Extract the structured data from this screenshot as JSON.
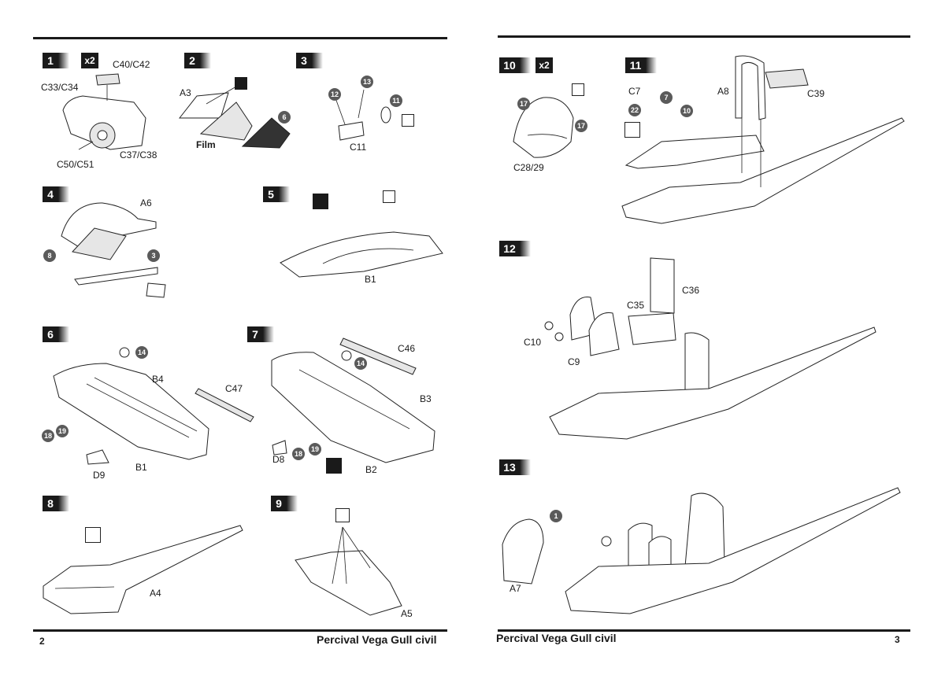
{
  "left_page": {
    "page_number": "2",
    "footer_title": "Percival Vega Gull civil",
    "steps": [
      {
        "number": "1",
        "multiplier": "x2",
        "labels": [
          "C40/C42",
          "C33/C34",
          "C37/C38",
          "C50/C51"
        ]
      },
      {
        "number": "2",
        "labels": [
          "A3",
          "Film"
        ],
        "callouts": [
          "6"
        ]
      },
      {
        "number": "3",
        "labels": [
          "C11"
        ],
        "callouts": [
          "12",
          "13",
          "11"
        ]
      },
      {
        "number": "4",
        "labels": [
          "A6"
        ],
        "callouts": [
          "8",
          "3"
        ]
      },
      {
        "number": "5",
        "labels": [
          "B1"
        ]
      },
      {
        "number": "6",
        "labels": [
          "B4",
          "C47",
          "D9",
          "B1"
        ],
        "callouts": [
          "14",
          "18",
          "19"
        ]
      },
      {
        "number": "7",
        "labels": [
          "C46",
          "B3",
          "D8",
          "B2"
        ],
        "callouts": [
          "14",
          "18",
          "19"
        ]
      },
      {
        "number": "8",
        "labels": [
          "A4"
        ]
      },
      {
        "number": "9",
        "labels": [
          "A5"
        ]
      }
    ]
  },
  "right_page": {
    "page_number": "3",
    "footer_title": "Percival Vega Gull civil",
    "steps": [
      {
        "number": "10",
        "multiplier": "x2",
        "labels": [
          "C28/29"
        ],
        "callouts": [
          "17",
          "17"
        ]
      },
      {
        "number": "11",
        "labels": [
          "A8",
          "C39",
          "C7"
        ],
        "callouts": [
          "7",
          "22",
          "10"
        ]
      },
      {
        "number": "12",
        "labels": [
          "C36",
          "C35",
          "C10",
          "C9"
        ]
      },
      {
        "number": "13",
        "labels": [
          "A7"
        ],
        "callouts": [
          "1"
        ]
      }
    ]
  },
  "icons": [
    "arrow-down-icon",
    "glue-icon",
    "paint-icon",
    "symmetric-aa-icon"
  ]
}
